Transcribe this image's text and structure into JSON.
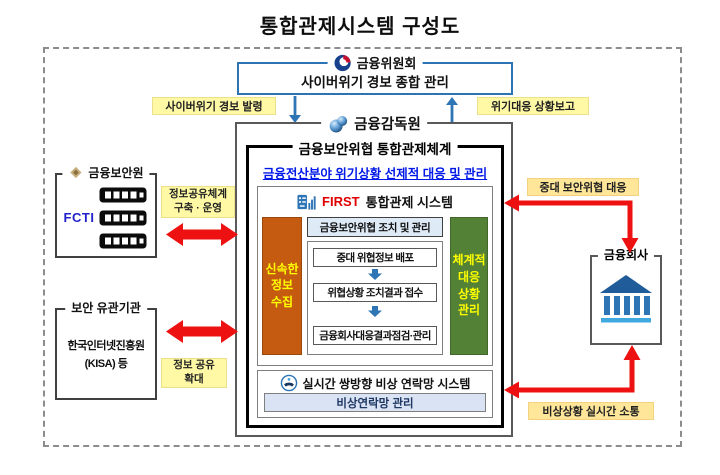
{
  "title": "통합관제시스템 구성도",
  "colors": {
    "box_blue_border": "#2E74B5",
    "arrow_blue": "#2E75B6",
    "arrow_red": "#EE1111",
    "label_yellow": "#FFF9A6",
    "label_amber": "#FFE699",
    "panel_orange": "#C55A11",
    "panel_green": "#538135",
    "panel_text_yellow": "#FFFF00",
    "mid_header_bg": "#DEEAF6",
    "emergency_item_bg": "#DAE3F3",
    "subtitle_blue": "#0018E8",
    "first_brand_red": "#E00000",
    "fcti_blue": "#2222CC"
  },
  "fsc": {
    "name": "금융위원회",
    "role": "사이버위기 경보 종합 관리"
  },
  "fss": {
    "name": "금융감독원"
  },
  "flow_labels": {
    "alert_issue": "사이버위기 경보 발령",
    "crisis_report": "위기대응 상황보고",
    "share_build": {
      "lines": [
        "정보공유체계",
        "구축 · 운영"
      ]
    },
    "share_expand": {
      "lines": [
        "정보 공유",
        "확대"
      ]
    },
    "major_threat": "중대 보안위협 대응",
    "realtime_comm": "비상상황 실시간 소통"
  },
  "control_system": {
    "title": "금융보안위협 통합관제체계",
    "subtitle": "금융전산분야 위기상황 선제적 대응 및 관리",
    "first_system": {
      "brand": "FIRST",
      "name": "통합관제 시스템",
      "left_panel": {
        "lines": [
          "신속한",
          "정보",
          "수집"
        ]
      },
      "right_panel": {
        "lines": [
          "체계적",
          "대응",
          "상황",
          "관리"
        ]
      },
      "header": "금융보안위협 조치 및 관리",
      "steps": [
        "중대 위협정보 배포",
        "위협상황 조치결과 접수",
        "금융회사대응결과점검·관리"
      ]
    },
    "emergency_network": {
      "title": "실시간 쌍방향 비상 연락망 시스템",
      "item": "비상연락망 관리"
    }
  },
  "fsi": {
    "name": "금융보안원",
    "system": "FCTI"
  },
  "related_org": {
    "name": "보안 유관기관",
    "lines": [
      "한국인터넷진흥원",
      "(KISA) 등"
    ]
  },
  "financial_company": {
    "name": "금융회사"
  }
}
